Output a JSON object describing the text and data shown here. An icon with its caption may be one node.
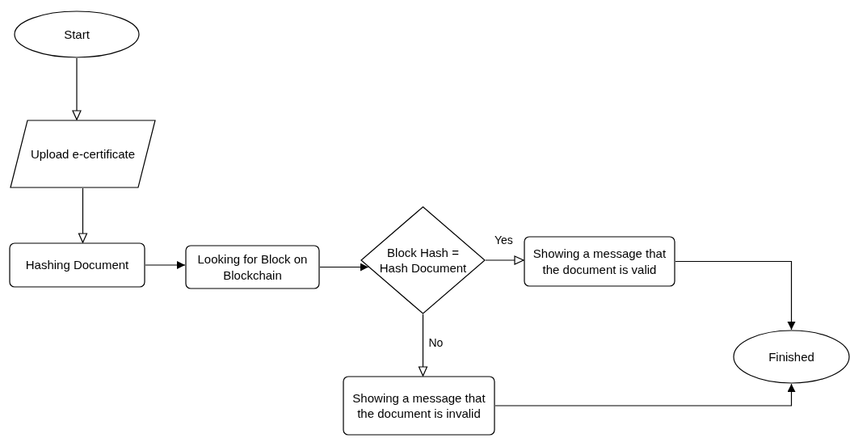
{
  "diagram": {
    "nodes": [
      {
        "text": [
          "Start"
        ]
      },
      {
        "text": [
          "Upload e-certificate"
        ]
      },
      {
        "text": [
          "Hashing Document"
        ]
      },
      {
        "text": [
          "Looking for Block on Blockchain"
        ]
      },
      {
        "text": [
          "Block Hash = Hash Document"
        ]
      },
      {
        "text": [
          "Showing a message that the document is valid"
        ]
      },
      {
        "text": [
          "Finished"
        ]
      },
      {
        "text": [
          "Showing a message that the document is invalid"
        ]
      }
    ],
    "edges": [
      {
        "from": 0,
        "to": 1,
        "arrow": "to"
      },
      {
        "from": 1,
        "to": 2,
        "arrow": "to"
      },
      {
        "from": 2,
        "to": 3,
        "arrow": "to"
      },
      {
        "from": 3,
        "to": 4,
        "arrow": "to"
      },
      {
        "from": 4,
        "to": 5,
        "arrow": "to",
        "label": "Yes"
      },
      {
        "from": 4,
        "to": 7,
        "arrow": "to",
        "label": "No"
      },
      {
        "from": 5,
        "to": 6,
        "arrow": "to"
      },
      {
        "from": 7,
        "to": 6,
        "arrow": "to"
      }
    ]
  }
}
